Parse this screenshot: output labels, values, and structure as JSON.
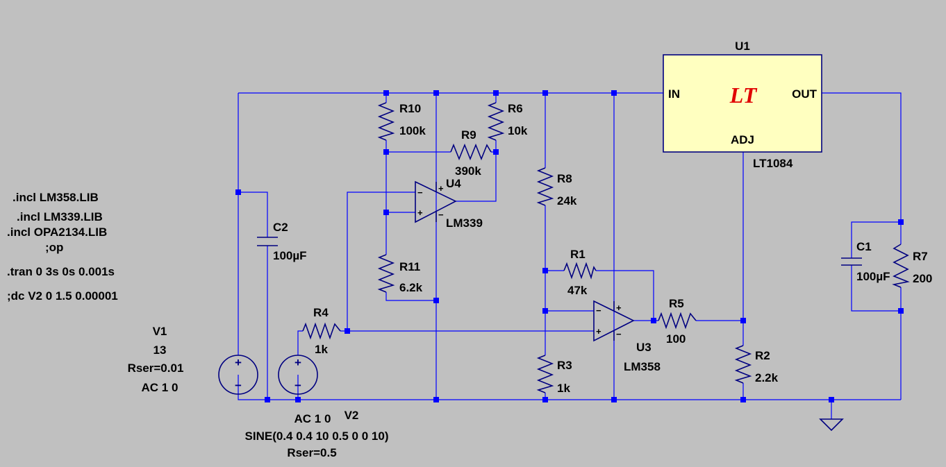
{
  "colors": {
    "background": "#c0c0c0",
    "wire": "#0000ff",
    "component": "#000080",
    "ic_fill": "#ffffc0",
    "logo": "#e00000"
  },
  "directives": [
    ".incl LM358.LIB",
    ".incl LM339.LIB",
    ".incl OPA2134.LIB",
    ";op",
    ".tran 0 3s 0s 0.001s",
    ";dc V2 0 1.5 0.00001"
  ],
  "regulator": {
    "ref": "U1",
    "part": "LT1084",
    "pin_in": "IN",
    "pin_out": "OUT",
    "pin_adj": "ADJ",
    "logo": "LT"
  },
  "opamps": {
    "u4": {
      "ref": "U4",
      "part": "LM339",
      "plus": "+",
      "minus": "−"
    },
    "u3": {
      "ref": "U3",
      "part": "LM358",
      "plus": "+",
      "minus": "−"
    }
  },
  "resistors": {
    "r1": {
      "ref": "R1",
      "value": "47k"
    },
    "r2": {
      "ref": "R2",
      "value": "2.2k"
    },
    "r3": {
      "ref": "R3",
      "value": "1k"
    },
    "r4": {
      "ref": "R4",
      "value": "1k"
    },
    "r5": {
      "ref": "R5",
      "value": "100"
    },
    "r6": {
      "ref": "R6",
      "value": "10k"
    },
    "r7": {
      "ref": "R7",
      "value": "200"
    },
    "r8": {
      "ref": "R8",
      "value": "24k"
    },
    "r9": {
      "ref": "R9",
      "value": "390k"
    },
    "r10": {
      "ref": "R10",
      "value": "100k"
    },
    "r11": {
      "ref": "R11",
      "value": "6.2k"
    }
  },
  "capacitors": {
    "c1": {
      "ref": "C1",
      "value": "100µF"
    },
    "c2": {
      "ref": "C2",
      "value": "100µF"
    }
  },
  "sources": {
    "v1": {
      "ref": "V1",
      "value": "13",
      "rser": "Rser=0.01",
      "ac": "AC 1 0"
    },
    "v2": {
      "ref": "V2",
      "ac": "AC 1 0",
      "sine": "SINE(0.4 0.4 10 0.5 0 0 10)",
      "rser": "Rser=0.5"
    }
  },
  "source_symbols": {
    "plus": "+",
    "minus": "−"
  }
}
